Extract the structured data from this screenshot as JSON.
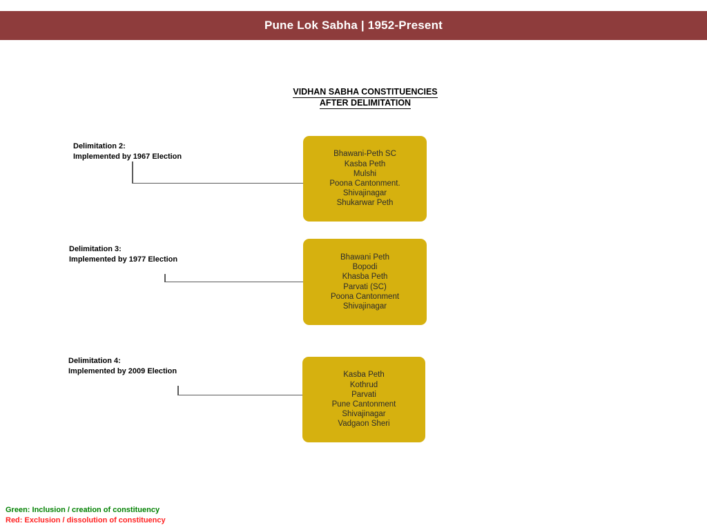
{
  "header": {
    "title": "Pune Lok Sabha | 1952-Present",
    "bar_color": "#8E3C3C",
    "text_color": "#FFFFFF"
  },
  "column_heading": {
    "line1": "VIDHAN SABHA CONSTITUENCIES",
    "line2": "AFTER DELIMITATION"
  },
  "colors": {
    "box_gold": "#D6B10F",
    "connector_gray": "#595959",
    "legend_green": "#008000",
    "legend_red": "#FF2020"
  },
  "rows": [
    {
      "label_line1": "Delimitation 2:",
      "label_line2": "Implemented by 1967 Election",
      "constituencies": [
        "Bhawani-Peth SC",
        "Kasba Peth",
        "Mulshi",
        "Poona Cantonment.",
        "Shivajinagar",
        "Shukarwar Peth"
      ]
    },
    {
      "label_line1": "Delimitation 3:",
      "label_line2": "Implemented by 1977 Election",
      "constituencies": [
        "Bhawani Peth",
        "Bopodi",
        "Khasba Peth",
        "Parvati (SC)",
        "Poona Cantonment",
        "Shivajinagar"
      ]
    },
    {
      "label_line1": "Delimitation 4:",
      "label_line2": "Implemented by 2009 Election",
      "constituencies": [
        "Kasba Peth",
        "Kothrud",
        "Parvati",
        "Pune Cantonment",
        "Shivajinagar",
        "Vadgaon Sheri"
      ]
    }
  ],
  "legend": {
    "green": "Green: Inclusion / creation of constituency",
    "red": "Red: Exclusion / dissolution of constituency"
  }
}
